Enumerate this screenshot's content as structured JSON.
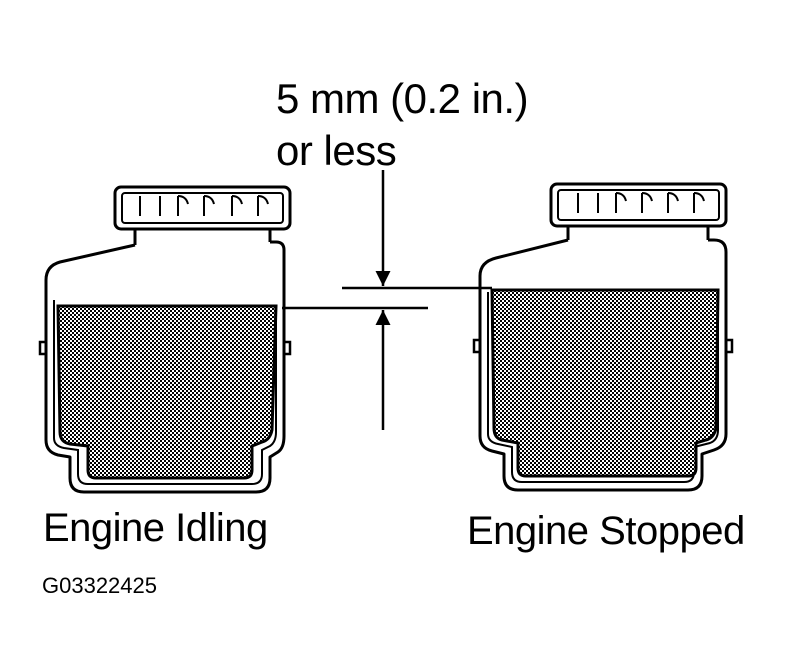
{
  "dimension": {
    "line1": "5 mm (0.2 in.)",
    "line2": "or less"
  },
  "reservoirs": {
    "left_label": "Engine Idling",
    "right_label": "Engine Stopped"
  },
  "figure_code": "G03322425"
}
